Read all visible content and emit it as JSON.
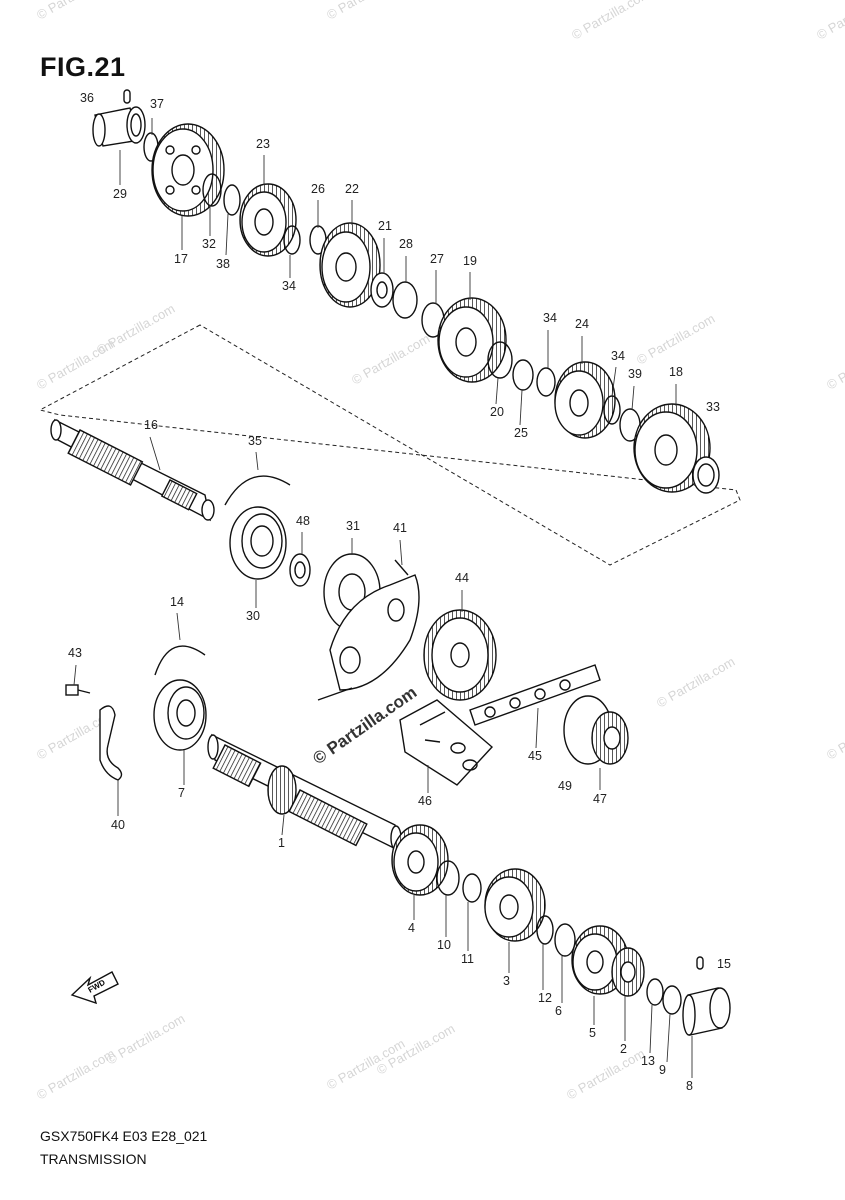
{
  "figure": {
    "title": "FIG.21",
    "code": "GSX750FK4 E03 E28_021",
    "name": "TRANSMISSION",
    "watermark": "© Partzilla.com",
    "direction_arrow_label": "FWD"
  },
  "part_labels": [
    {
      "id": "36",
      "text": "36"
    },
    {
      "id": "37",
      "text": "37"
    },
    {
      "id": "29",
      "text": "29"
    },
    {
      "id": "23",
      "text": "23"
    },
    {
      "id": "26",
      "text": "26"
    },
    {
      "id": "22",
      "text": "22"
    },
    {
      "id": "17",
      "text": "17"
    },
    {
      "id": "32",
      "text": "32"
    },
    {
      "id": "38",
      "text": "38"
    },
    {
      "id": "34a",
      "text": "34"
    },
    {
      "id": "21",
      "text": "21"
    },
    {
      "id": "28",
      "text": "28"
    },
    {
      "id": "27",
      "text": "27"
    },
    {
      "id": "19",
      "text": "19"
    },
    {
      "id": "34b",
      "text": "34"
    },
    {
      "id": "24",
      "text": "24"
    },
    {
      "id": "34c",
      "text": "34"
    },
    {
      "id": "39",
      "text": "39"
    },
    {
      "id": "18",
      "text": "18"
    },
    {
      "id": "33",
      "text": "33"
    },
    {
      "id": "20",
      "text": "20"
    },
    {
      "id": "25",
      "text": "25"
    },
    {
      "id": "16",
      "text": "16"
    },
    {
      "id": "35",
      "text": "35"
    },
    {
      "id": "48",
      "text": "48"
    },
    {
      "id": "31",
      "text": "31"
    },
    {
      "id": "41",
      "text": "41"
    },
    {
      "id": "30",
      "text": "30"
    },
    {
      "id": "44",
      "text": "44"
    },
    {
      "id": "14",
      "text": "14"
    },
    {
      "id": "43",
      "text": "43"
    },
    {
      "id": "7",
      "text": "7"
    },
    {
      "id": "40",
      "text": "40"
    },
    {
      "id": "1",
      "text": "1"
    },
    {
      "id": "45",
      "text": "45"
    },
    {
      "id": "46",
      "text": "46"
    },
    {
      "id": "49",
      "text": "49"
    },
    {
      "id": "47",
      "text": "47"
    },
    {
      "id": "4",
      "text": "4"
    },
    {
      "id": "10",
      "text": "10"
    },
    {
      "id": "11",
      "text": "11"
    },
    {
      "id": "3",
      "text": "3"
    },
    {
      "id": "12",
      "text": "12"
    },
    {
      "id": "6",
      "text": "6"
    },
    {
      "id": "5",
      "text": "5"
    },
    {
      "id": "2",
      "text": "2"
    },
    {
      "id": "13",
      "text": "13"
    },
    {
      "id": "9",
      "text": "9"
    },
    {
      "id": "8",
      "text": "8"
    },
    {
      "id": "15",
      "text": "15"
    }
  ]
}
